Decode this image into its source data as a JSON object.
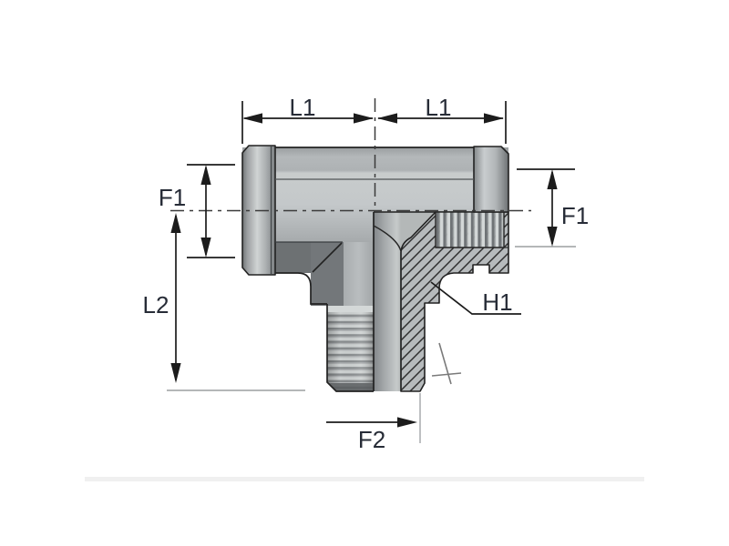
{
  "drawing": {
    "labels": {
      "l1_left": "L1",
      "l1_right": "L1",
      "f1_left": "F1",
      "f1_right": "F1",
      "l2": "L2",
      "h1": "H1",
      "f2": "F2"
    },
    "colors": {
      "label_text": "#272c37",
      "dimension_line": "#1c1c1c",
      "body_light_gray": "#b8bcbe",
      "body_dark_gray": "#6d7173",
      "hatch_line": "#2e2e2e",
      "divider_bar": "#f0f0f0"
    }
  }
}
